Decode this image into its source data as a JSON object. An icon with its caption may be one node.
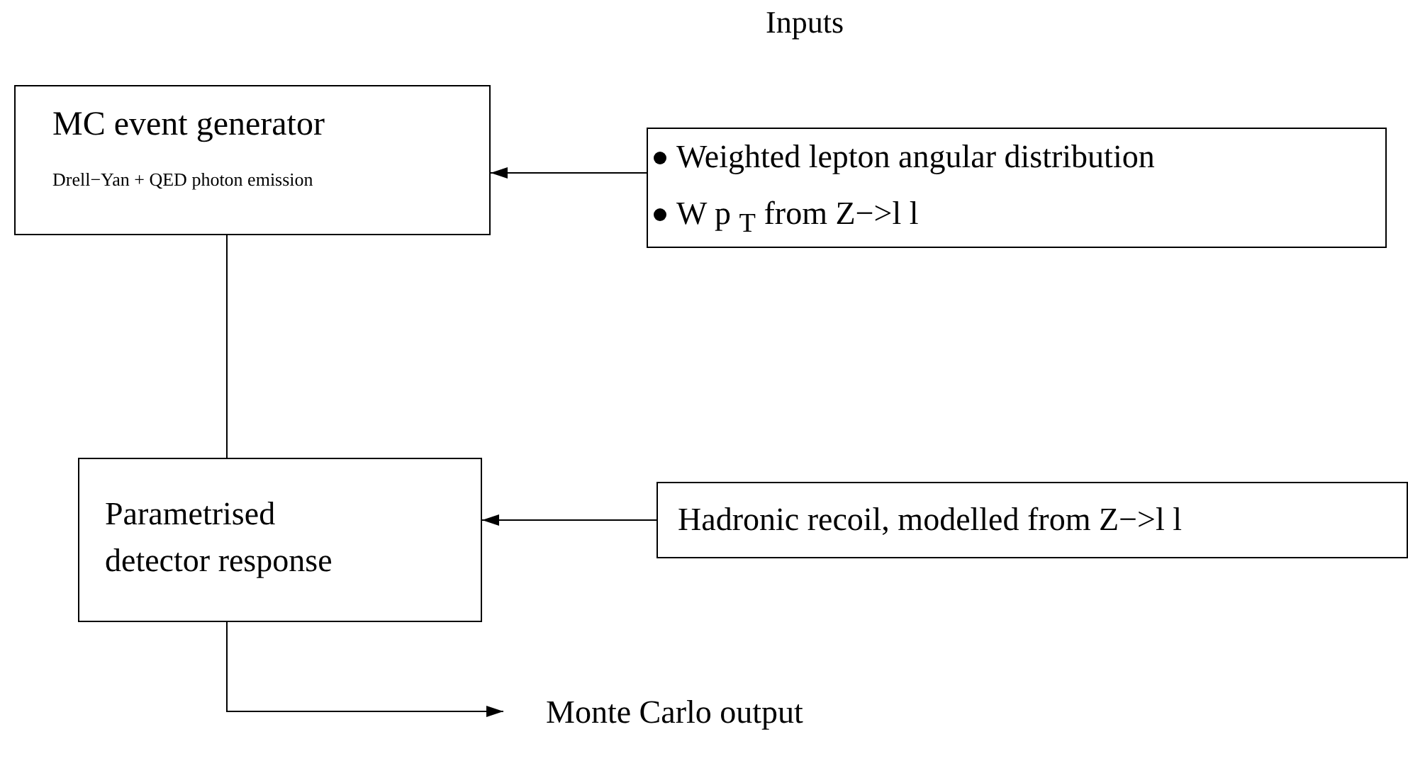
{
  "diagram": {
    "nodes": [
      {
        "text": [
          "MC event generator",
          "Drell−Yan + QED photon emission"
        ]
      },
      {
        "text": [
          "Weighted lepton angular distribution",
          "W p $_{T}$ from Z−>l l"
        ]
      },
      {
        "text": [
          "Parametrised detector response"
        ]
      },
      {
        "text": [
          "Hadronic recoil, modelled from Z−>l l"
        ]
      },
      {
        "text": [
          "Monte Carlo output"
        ]
      }
    ],
    "edges": [
      {
        "from": 1,
        "to": 0,
        "arrow": "to"
      },
      {
        "from": 0,
        "to": 2,
        "arrow": "none"
      },
      {
        "from": 3,
        "to": 2,
        "arrow": "to"
      },
      {
        "from": 2,
        "to": 4,
        "arrow": "to"
      }
    ],
    "labels": [
      "Inputs"
    ]
  }
}
